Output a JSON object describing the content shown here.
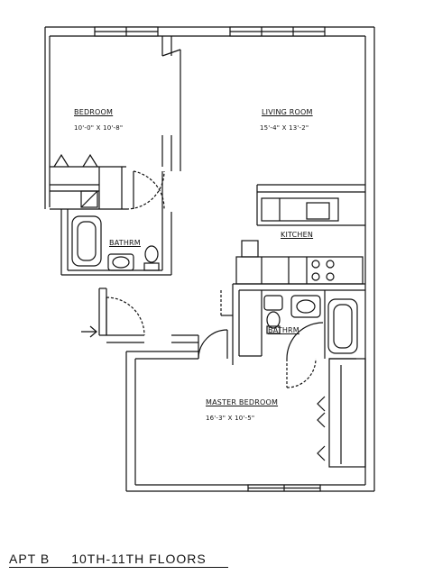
{
  "rooms": {
    "bedroom": {
      "name": "BEDROOM",
      "dims": "10'-0\" X 10'-8\""
    },
    "living_room": {
      "name": "LIVING ROOM",
      "dims": "15'-4\" X 13'-2\""
    },
    "bath_1": {
      "name": "BATHRM"
    },
    "kitchen": {
      "name": "KITCHEN"
    },
    "bath_2": {
      "name": "BATHRM"
    },
    "master_bedroom": {
      "name": "MASTER BEDROOM",
      "dims": "16'-3\" X 10'-5\""
    }
  },
  "caption": {
    "unit": "APT B",
    "floors": "10TH-11TH FLOORS"
  }
}
